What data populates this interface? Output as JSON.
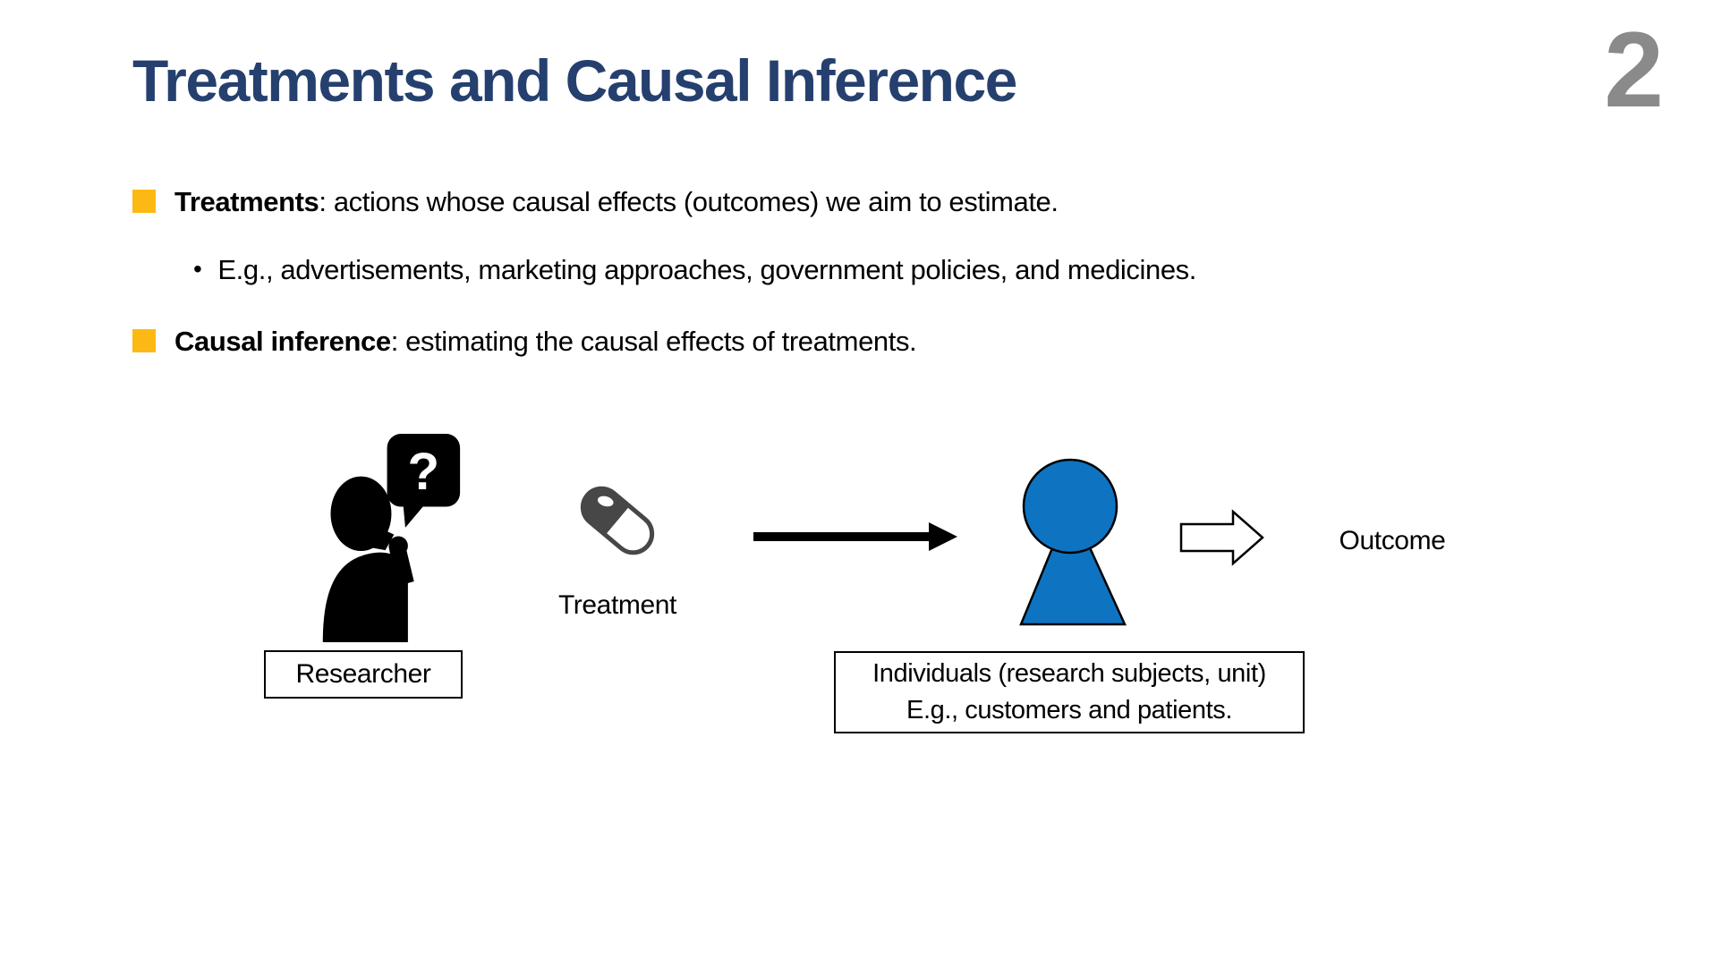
{
  "slide": {
    "number": "2",
    "title": "Treatments and Causal Inference"
  },
  "bullets": [
    {
      "term": "Treatments",
      "rest": ": actions whose causal effects (outcomes) we aim to estimate."
    },
    {
      "term": "Causal inference",
      "rest": ": estimating the causal effects of treatments."
    }
  ],
  "sub_bullet": {
    "marker": "•",
    "text": "E.g., advertisements, marketing approaches, government policies, and medicines."
  },
  "diagram": {
    "question_mark": "?",
    "treatment_label": "Treatment",
    "outcome_label": "Outcome",
    "researcher_box_label": "Researcher",
    "individuals_box_line1": "Individuals (research subjects, unit)",
    "individuals_box_line2": "E.g., customers and patients.",
    "icons": {
      "researcher": "thinking-person-question-bubble-icon",
      "treatment": "pill-capsule-icon",
      "individual": "blue-person-figure-icon",
      "cause_arrow": "solid-right-arrow-icon",
      "outcome_arrow": "outline-right-arrow-icon"
    }
  },
  "colors": {
    "title_navy": "#25406E",
    "bullet_gold": "#FDB913",
    "slide_number_gray": "#8A8A8A",
    "person_blue": "#0E74C2",
    "pill_gray": "#474747"
  }
}
